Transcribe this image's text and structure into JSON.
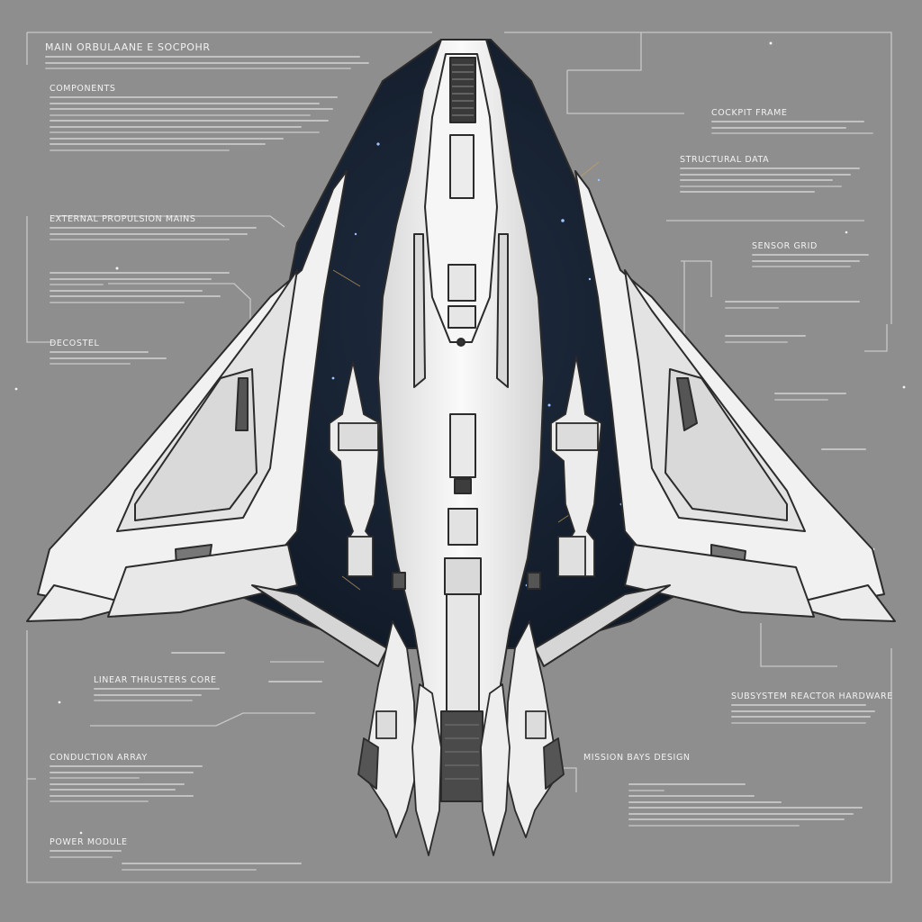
{
  "theme": {
    "background": "#8e8e8e",
    "hull": "#f1f1f1",
    "hull_shade": "#d9d9d9",
    "outline": "#2b2b2b",
    "space": "#162131",
    "annotation": "#d6d6d6"
  },
  "annotations": {
    "title": "MAIN ORBULAANE E SOCPOHR",
    "components": "COMPONENTS",
    "external_propulsion": "EXTERNAL PROPULSION MAINS",
    "defense": "DECOSTEL",
    "linear_thrusters": "LINEAR THRUSTERS CORE",
    "conduction_array": "CONDUCTION ARRAY",
    "power_module": "POWER MODULE",
    "mission_bay": "MISSION BAYS DESIGN",
    "sensor_grid": "SENSOR GRID",
    "cockpit_frame": "COCKPIT FRAME",
    "structural_data": "STRUCTURAL DATA",
    "subsystem_reactor": "SUBSYSTEM REACTOR HARDWARE"
  }
}
